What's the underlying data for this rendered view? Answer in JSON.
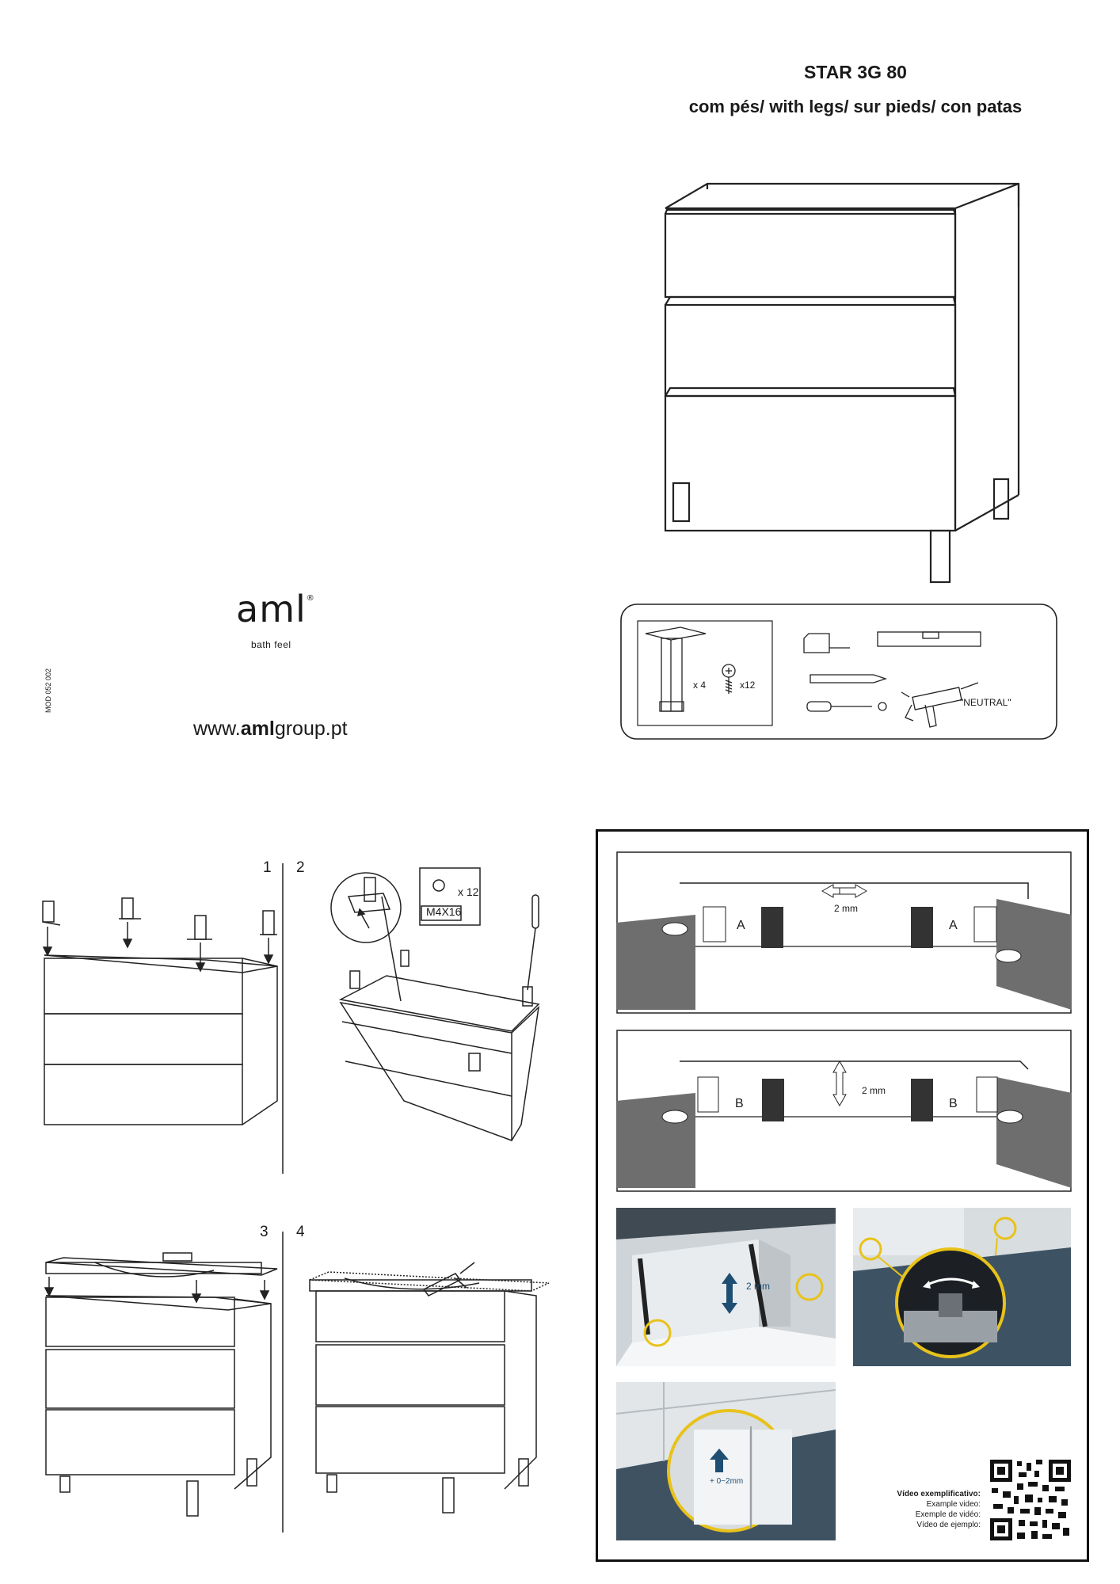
{
  "header": {
    "title": "STAR 3G  80",
    "subtitle": "com pés/ with legs/ sur pieds/ con patas"
  },
  "brand": {
    "logo_text": "aml",
    "logo_registered": "®",
    "tagline": "bath feel",
    "website_prefix": "www.",
    "website_bold": "aml",
    "website_suffix": "group.pt",
    "doc_code": "MOD 052 002"
  },
  "parts_box": {
    "legs_qty": "x 4",
    "screws_qty": "x12",
    "sealant_label": "\"NEUTRAL\""
  },
  "steps": {
    "step1": "1",
    "step2": "2",
    "step3": "3",
    "step4": "4",
    "screw_qty": "x 12",
    "screw_spec": "M4X16"
  },
  "adjustment": {
    "panel1_dim": "2 mm",
    "panel1_label_left": "A",
    "panel1_label_right": "A",
    "panel2_dim": "2 mm",
    "panel2_label_left": "B",
    "panel2_label_right": "B",
    "photo1_dim": "2 mm",
    "photo3_dim": "+ 0~2mm"
  },
  "video": {
    "line1": "Vídeo exemplificativo:",
    "line2": "Example video:",
    "line3": "Exemple de vidéo:",
    "line4": "Vídeo de ejemplo:"
  },
  "colors": {
    "accent_yellow": "#e8c21a",
    "arrow_teal": "#1e4f73",
    "panel_grey": "#6e6e6e"
  }
}
